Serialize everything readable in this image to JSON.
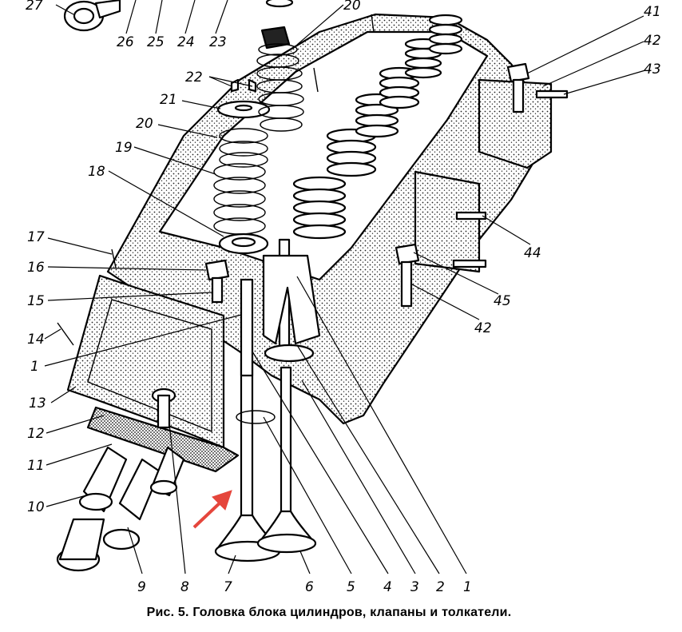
{
  "caption": "Рис. 5. Головка блока цилиндров, клапаны и толкатели.",
  "arrow_color": "#e5463c",
  "callouts": [
    {
      "id": "27",
      "text": "27"
    },
    {
      "id": "26",
      "text": "26"
    },
    {
      "id": "25",
      "text": "25"
    },
    {
      "id": "24",
      "text": "24"
    },
    {
      "id": "23",
      "text": "23"
    },
    {
      "id": "20a",
      "text": "20"
    },
    {
      "id": "22",
      "text": "22"
    },
    {
      "id": "21",
      "text": "21"
    },
    {
      "id": "20b",
      "text": "20"
    },
    {
      "id": "19",
      "text": "19"
    },
    {
      "id": "18",
      "text": "18"
    },
    {
      "id": "17",
      "text": "17"
    },
    {
      "id": "16",
      "text": "16"
    },
    {
      "id": "15",
      "text": "15"
    },
    {
      "id": "14",
      "text": "14"
    },
    {
      "id": "1a",
      "text": "1"
    },
    {
      "id": "13",
      "text": "13"
    },
    {
      "id": "12",
      "text": "12"
    },
    {
      "id": "11",
      "text": "11"
    },
    {
      "id": "10",
      "text": "10"
    },
    {
      "id": "9",
      "text": "9"
    },
    {
      "id": "8",
      "text": "8"
    },
    {
      "id": "7",
      "text": "7"
    },
    {
      "id": "6",
      "text": "6"
    },
    {
      "id": "5",
      "text": "5"
    },
    {
      "id": "4",
      "text": "4"
    },
    {
      "id": "3",
      "text": "3"
    },
    {
      "id": "2",
      "text": "2"
    },
    {
      "id": "1b",
      "text": "1"
    },
    {
      "id": "41",
      "text": "41"
    },
    {
      "id": "42a",
      "text": "42"
    },
    {
      "id": "43",
      "text": "43"
    },
    {
      "id": "44",
      "text": "44"
    },
    {
      "id": "45",
      "text": "45"
    },
    {
      "id": "42b",
      "text": "42"
    }
  ]
}
